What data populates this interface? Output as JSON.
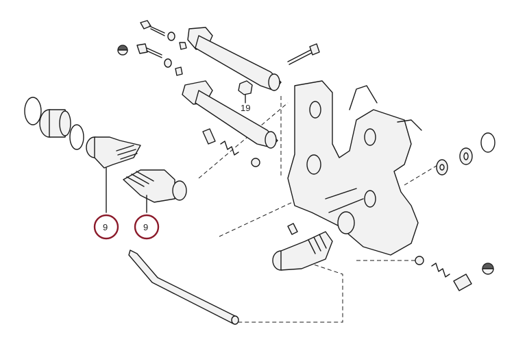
{
  "callouts": {
    "pin_part": "19",
    "left_latch": "9",
    "right_latch": "9",
    "highlight_color": "#8b1a2a"
  }
}
